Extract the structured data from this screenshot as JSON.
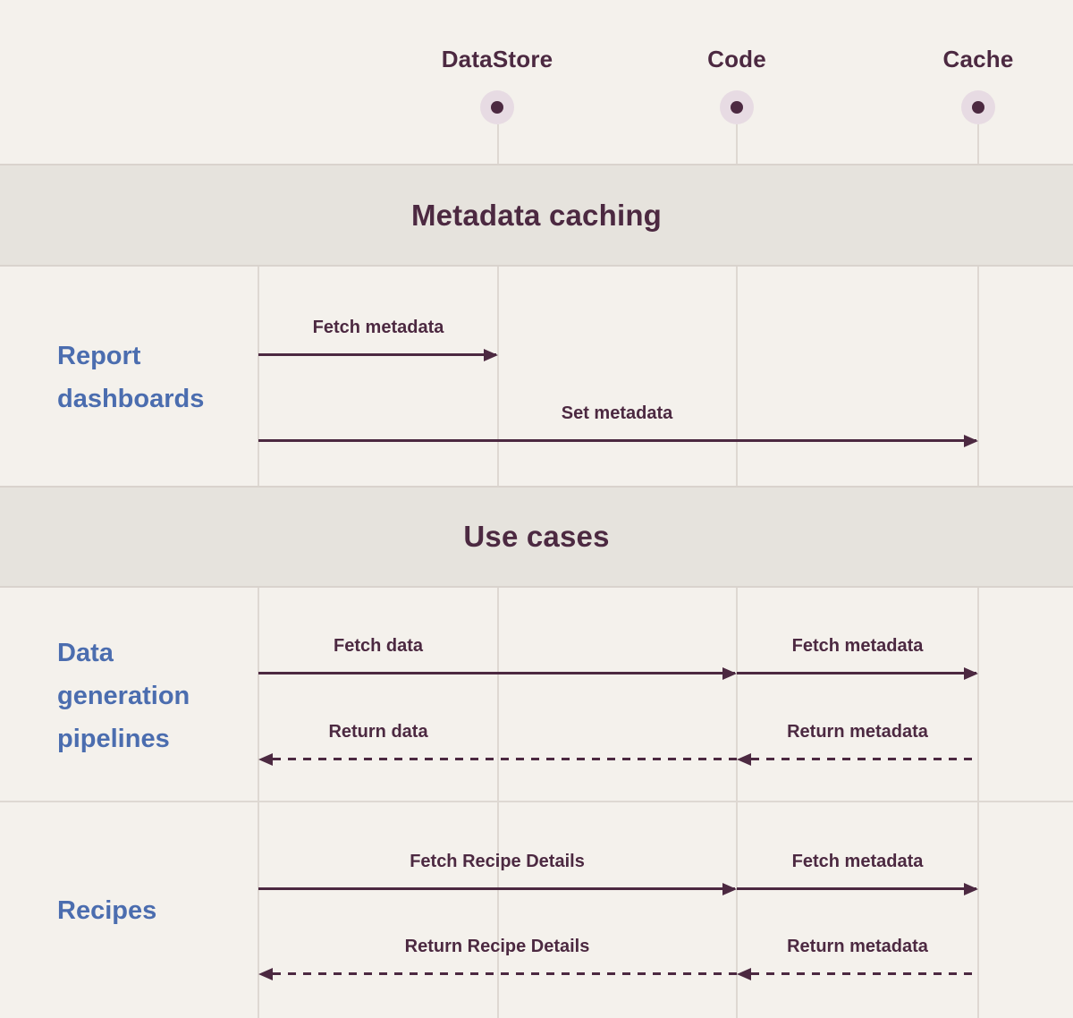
{
  "colors": {
    "background": "#f4f1ec",
    "band_background": "#e6e3dd",
    "band_border": "#d9d3cd",
    "accent_maroon": "#4c2941",
    "row_label_blue": "#4b6daf",
    "grid_line": "#ded8d2",
    "marker_outer": "#e7dbe3"
  },
  "lifelines": [
    {
      "label": "DataStore"
    },
    {
      "label": "Code"
    },
    {
      "label": "Cache"
    }
  ],
  "sections": [
    {
      "title": "Metadata caching"
    },
    {
      "title": "Use cases"
    }
  ],
  "rows": [
    {
      "label": "Report\ndashboards"
    },
    {
      "label": "Data\ngeneration\npipelines"
    },
    {
      "label": "Recipes"
    }
  ],
  "messages": [
    {
      "label": "Fetch metadata",
      "style": "solid",
      "from": "Report dashboards",
      "to": "DataStore"
    },
    {
      "label": "Set metadata",
      "style": "solid",
      "from": "Report dashboards",
      "to": "Cache"
    },
    {
      "label": "Fetch data",
      "style": "solid",
      "from": "Data generation pipelines",
      "to": "Code"
    },
    {
      "label": "Fetch metadata",
      "style": "solid",
      "from": "Code",
      "to": "Cache"
    },
    {
      "label": "Return data",
      "style": "dashed",
      "from": "Code",
      "to": "Data generation pipelines"
    },
    {
      "label": "Return metadata",
      "style": "dashed",
      "from": "Cache",
      "to": "Code"
    },
    {
      "label": "Fetch Recipe Details",
      "style": "solid",
      "from": "Recipes",
      "to": "Code"
    },
    {
      "label": "Fetch metadata",
      "style": "solid",
      "from": "Code",
      "to": "Cache"
    },
    {
      "label": "Return Recipe Details",
      "style": "dashed",
      "from": "Code",
      "to": "Recipes"
    },
    {
      "label": "Return metadata",
      "style": "dashed",
      "from": "Cache",
      "to": "Code"
    }
  ]
}
